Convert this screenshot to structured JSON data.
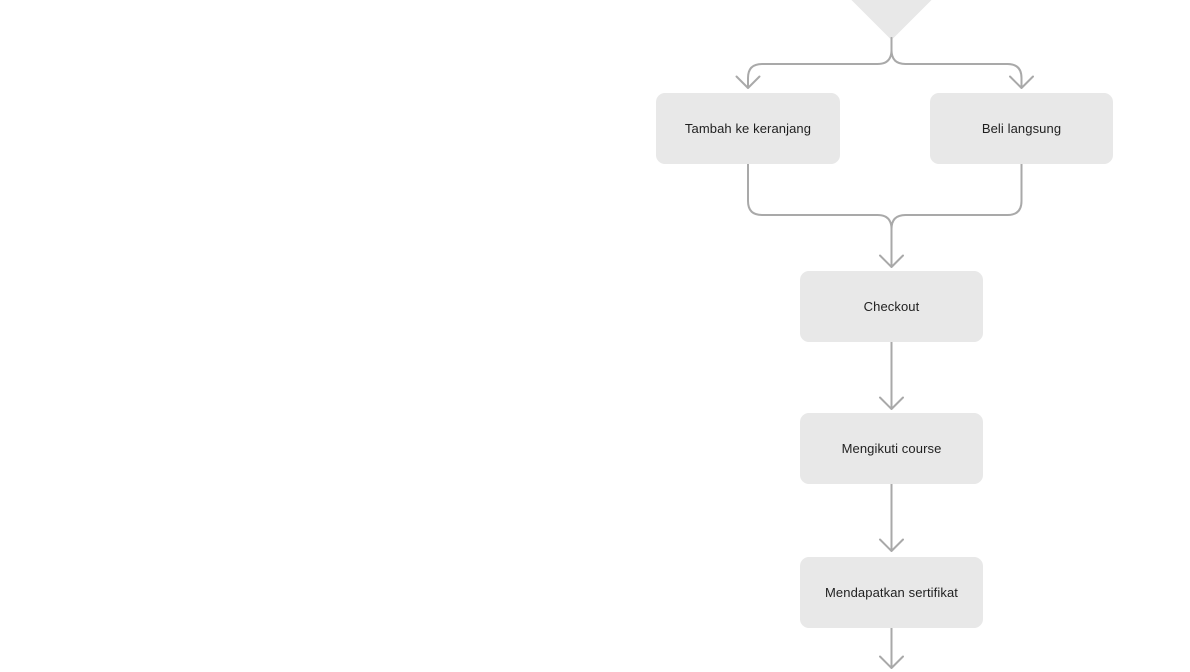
{
  "colors": {
    "background": "#ffffff",
    "node_fill": "#e8e8e8",
    "connector": "#a9a9a9",
    "node_text": "#1f1f1f"
  },
  "flowchart": {
    "decision_node": {
      "type": "diamond",
      "label": "",
      "note": "bottom tip only; shape cut off by top edge of screenshot"
    },
    "nodes": [
      {
        "label": "Tambah ke keranjang"
      },
      {
        "label": "Beli langsung"
      },
      {
        "label": "Checkout"
      },
      {
        "label": "Mengikuti course"
      },
      {
        "label": "Mendapatkan sertifikat"
      }
    ],
    "edges": [
      {
        "from": "decision-diamond",
        "to": "Tambah ke keranjang",
        "arrow": true
      },
      {
        "from": "decision-diamond",
        "to": "Beli langsung",
        "arrow": true
      },
      {
        "from": "Tambah ke keranjang",
        "to": "Checkout",
        "arrow": true,
        "merge": true
      },
      {
        "from": "Beli langsung",
        "to": "Checkout",
        "arrow": true,
        "merge": true
      },
      {
        "from": "Checkout",
        "to": "Mengikuti course",
        "arrow": true
      },
      {
        "from": "Mengikuti course",
        "to": "Mendapatkan sertifikat",
        "arrow": true
      },
      {
        "from": "Mendapatkan sertifikat",
        "to": "offscreen-below",
        "arrow": true
      }
    ]
  }
}
